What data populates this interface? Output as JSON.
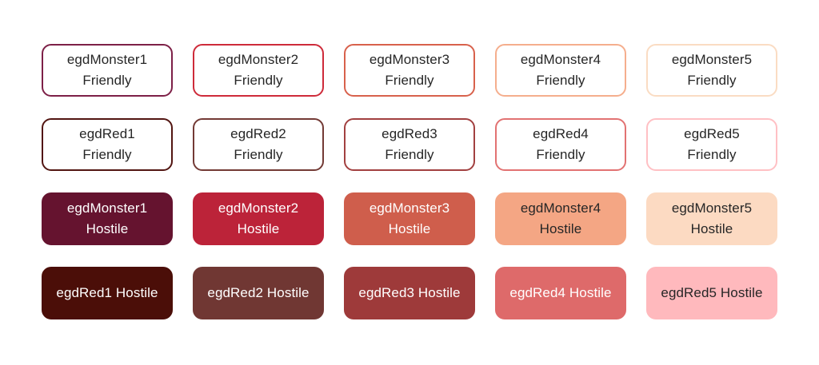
{
  "page": {
    "background": "#ffffff",
    "description": "Grid of marker style swatches: Friendly (outlined) and Hostile (filled) variants of egdMonster and egdRed color palettes"
  },
  "palette": {
    "monster": [
      "#7d2047",
      "#ce2b3a",
      "#d8614c",
      "#f5ae8d",
      "#fadcc3"
    ],
    "red": [
      "#521511",
      "#733a35",
      "#a24040",
      "#e27272",
      "#ffc0c4"
    ],
    "monster_hostile_fill": [
      "#65132f",
      "#bc2339",
      "#cf5e4c",
      "#f4a684",
      "#fcdac2"
    ],
    "red_hostile_fill": [
      "#4b0e08",
      "#703733",
      "#9e3a3a",
      "#de6a6a",
      "#ffb9bd"
    ],
    "dark_text": "#262626",
    "light_text": "#ffffff"
  },
  "cards": [
    {
      "name": "egdMonster1",
      "state": "Friendly",
      "lines": [
        "egdMonster1",
        "Friendly"
      ],
      "fill": "#ffffff",
      "border": "#7d2047",
      "text": "#262626"
    },
    {
      "name": "egdMonster2",
      "state": "Friendly",
      "lines": [
        "egdMonster2",
        "Friendly"
      ],
      "fill": "#ffffff",
      "border": "#ce2b3a",
      "text": "#262626"
    },
    {
      "name": "egdMonster3",
      "state": "Friendly",
      "lines": [
        "egdMonster3",
        "Friendly"
      ],
      "fill": "#ffffff",
      "border": "#d8614c",
      "text": "#262626"
    },
    {
      "name": "egdMonster4",
      "state": "Friendly",
      "lines": [
        "egdMonster4",
        "Friendly"
      ],
      "fill": "#ffffff",
      "border": "#f5ae8d",
      "text": "#262626"
    },
    {
      "name": "egdMonster5",
      "state": "Friendly",
      "lines": [
        "egdMonster5",
        "Friendly"
      ],
      "fill": "#ffffff",
      "border": "#fadcc3",
      "text": "#262626"
    },
    {
      "name": "egdRed1",
      "state": "Friendly",
      "lines": [
        "egdRed1",
        "Friendly"
      ],
      "fill": "#ffffff",
      "border": "#521511",
      "text": "#262626"
    },
    {
      "name": "egdRed2",
      "state": "Friendly",
      "lines": [
        "egdRed2",
        "Friendly"
      ],
      "fill": "#ffffff",
      "border": "#733a35",
      "text": "#262626"
    },
    {
      "name": "egdRed3",
      "state": "Friendly",
      "lines": [
        "egdRed3",
        "Friendly"
      ],
      "fill": "#ffffff",
      "border": "#a24040",
      "text": "#262626"
    },
    {
      "name": "egdRed4",
      "state": "Friendly",
      "lines": [
        "egdRed4",
        "Friendly"
      ],
      "fill": "#ffffff",
      "border": "#e27272",
      "text": "#262626"
    },
    {
      "name": "egdRed5",
      "state": "Friendly",
      "lines": [
        "egdRed5",
        "Friendly"
      ],
      "fill": "#ffffff",
      "border": "#ffc0c4",
      "text": "#262626"
    },
    {
      "name": "egdMonster1",
      "state": "Hostile",
      "lines": [
        "egdMonster1",
        "Hostile"
      ],
      "fill": "#65132f",
      "border": "#65132f",
      "text": "#ffffff"
    },
    {
      "name": "egdMonster2",
      "state": "Hostile",
      "lines": [
        "egdMonster2",
        "Hostile"
      ],
      "fill": "#bc2339",
      "border": "#bc2339",
      "text": "#ffffff"
    },
    {
      "name": "egdMonster3",
      "state": "Hostile",
      "lines": [
        "egdMonster3",
        "Hostile"
      ],
      "fill": "#cf5e4c",
      "border": "#cf5e4c",
      "text": "#ffffff"
    },
    {
      "name": "egdMonster4",
      "state": "Hostile",
      "lines": [
        "egdMonster4",
        "Hostile"
      ],
      "fill": "#f4a684",
      "border": "#f4a684",
      "text": "#262626"
    },
    {
      "name": "egdMonster5",
      "state": "Hostile",
      "lines": [
        "egdMonster5",
        "Hostile"
      ],
      "fill": "#fcdac2",
      "border": "#fcdac2",
      "text": "#262626"
    },
    {
      "name": "egdRed1",
      "state": "Hostile",
      "lines": [
        "egdRed1 Hostile"
      ],
      "fill": "#4b0e08",
      "border": "#4b0e08",
      "text": "#ffffff"
    },
    {
      "name": "egdRed2",
      "state": "Hostile",
      "lines": [
        "egdRed2 Hostile"
      ],
      "fill": "#703733",
      "border": "#703733",
      "text": "#ffffff"
    },
    {
      "name": "egdRed3",
      "state": "Hostile",
      "lines": [
        "egdRed3 Hostile"
      ],
      "fill": "#9e3a3a",
      "border": "#9e3a3a",
      "text": "#ffffff"
    },
    {
      "name": "egdRed4",
      "state": "Hostile",
      "lines": [
        "egdRed4 Hostile"
      ],
      "fill": "#de6a6a",
      "border": "#de6a6a",
      "text": "#ffffff"
    },
    {
      "name": "egdRed5",
      "state": "Hostile",
      "lines": [
        "egdRed5 Hostile"
      ],
      "fill": "#ffb9bd",
      "border": "#ffb9bd",
      "text": "#262626"
    }
  ]
}
